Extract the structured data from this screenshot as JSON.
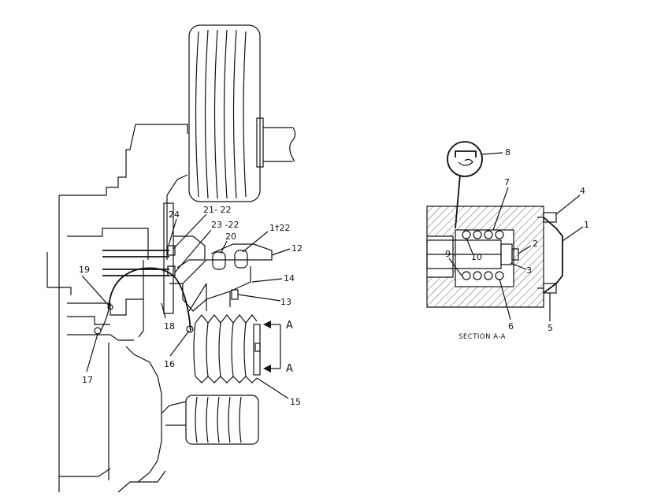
{
  "callouts": {
    "c1": "1",
    "c2": "2",
    "c3": "3",
    "c4": "4",
    "c5": "5",
    "c6": "6",
    "c7": "7",
    "c8": "8",
    "c9": "9",
    "c10": "10",
    "c12": "12",
    "c13": "13",
    "c14": "14",
    "c15": "15",
    "c16": "16",
    "c17": "17",
    "c18": "18",
    "c19": "19",
    "c20": "20",
    "c21_22": "21- 22",
    "c23_22": "23 -22",
    "c1t22": "1†22",
    "c24": "24"
  },
  "section": {
    "arrow_top": "A",
    "arrow_bottom": "A",
    "caption": "SECTION A-A"
  }
}
